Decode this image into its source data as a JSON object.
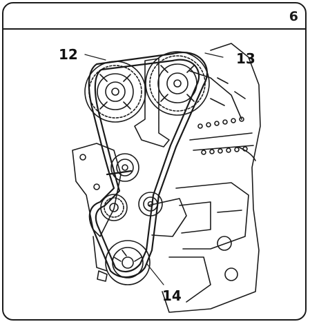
{
  "step": {
    "number": "6"
  },
  "figure": {
    "callouts": [
      {
        "id": "12",
        "label": "12"
      },
      {
        "id": "13",
        "label": "13"
      },
      {
        "id": "14",
        "label": "14"
      }
    ]
  },
  "colors": {
    "line": "#1a1a1a",
    "background": "#ffffff"
  }
}
